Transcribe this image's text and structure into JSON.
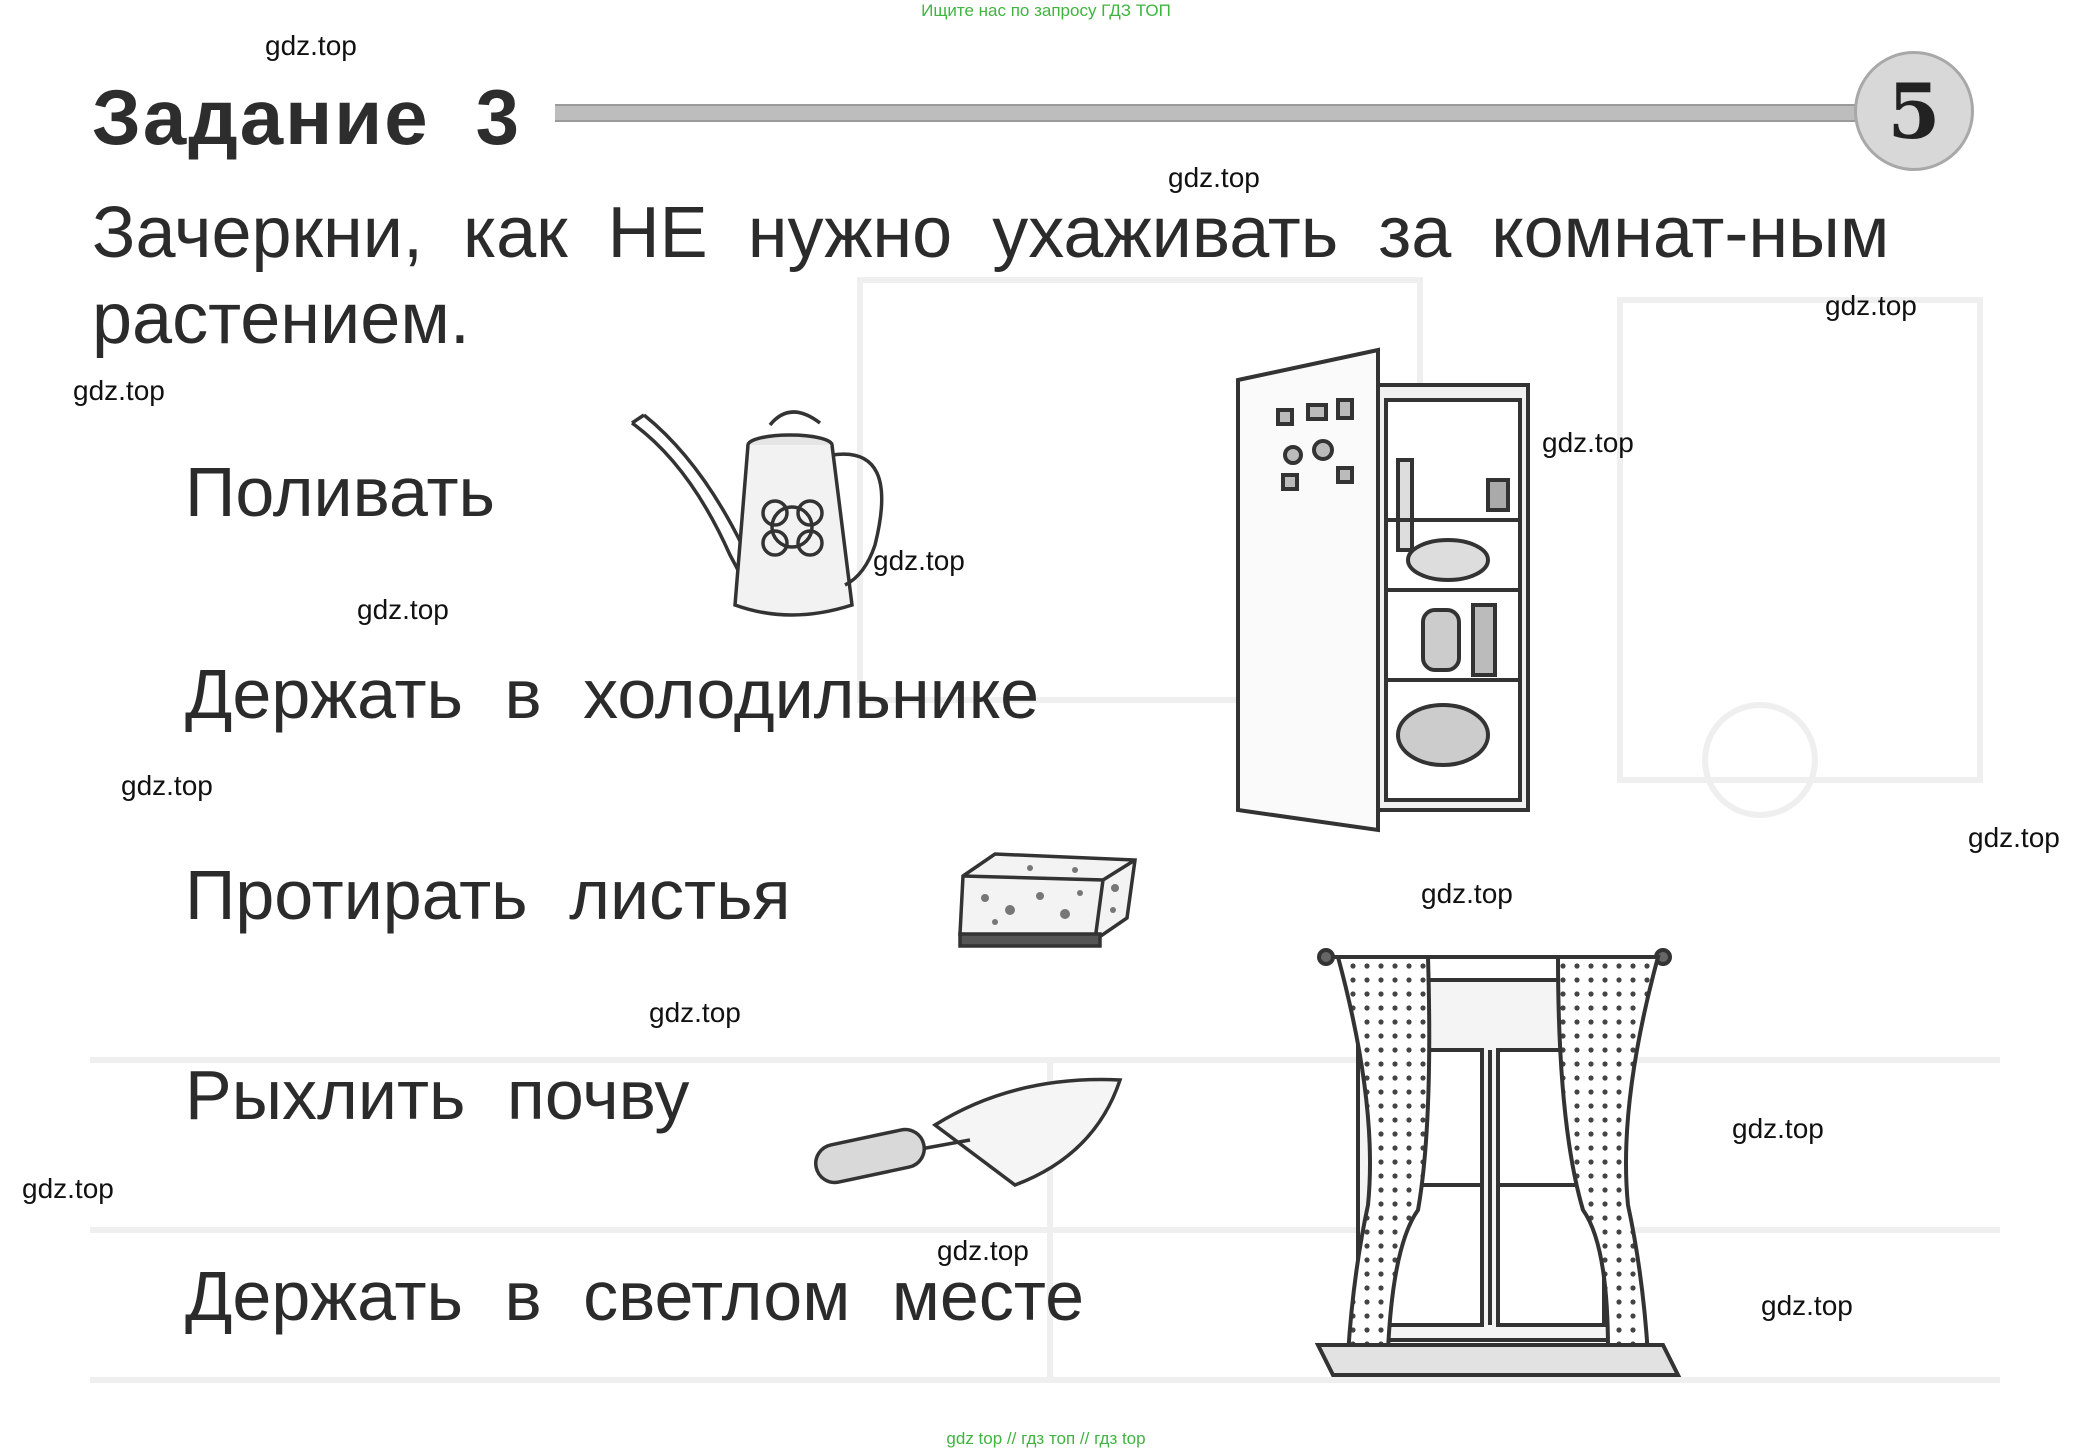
{
  "site_note_top": "Ищите нас по запросу ГДЗ ТОП",
  "site_note_bottom": "gdz top  //  гдз топ  //  гдз top",
  "task": {
    "title_word": "Задание",
    "number": "3",
    "page_badge": "5"
  },
  "instruction": "Зачеркни, как НЕ нужно ухаживать за комнат-ным растением.",
  "options": [
    {
      "text": "Поливать",
      "icon": "watering-can-icon"
    },
    {
      "text": "Держать в холодильнике",
      "icon": "refrigerator-icon"
    },
    {
      "text": "Протирать листья",
      "icon": "sponge-icon"
    },
    {
      "text": "Рыхлить почву",
      "icon": "trowel-icon"
    },
    {
      "text": "Держать в светлом месте",
      "icon": "window-icon"
    }
  ],
  "watermark": "gdz.top",
  "colors": {
    "note_green": "#3fb43f",
    "text": "#2b2b2b",
    "badge_fill": "#d8d8d8"
  }
}
